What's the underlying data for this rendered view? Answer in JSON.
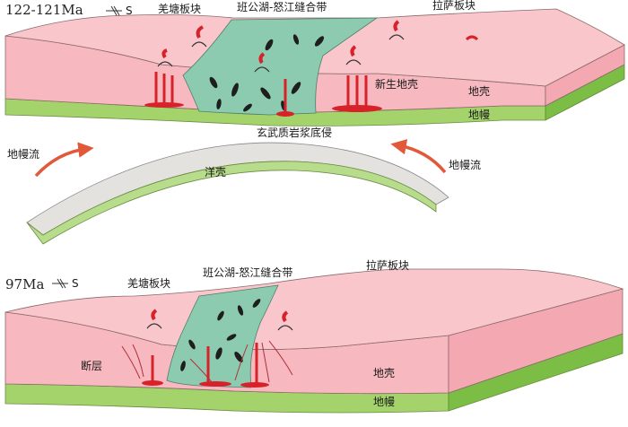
{
  "panel_top": {
    "age": "122-121Ma",
    "direction": "S",
    "qiangtang": "羌塘板块",
    "suture": "班公湖-怒江缝合带",
    "lhasa": "拉萨板块",
    "new_crust": "新生地壳",
    "crust": "地壳",
    "mantle": "地幔",
    "underplating": "玄武质岩浆底侵",
    "mantle_flow_left": "地幔流",
    "mantle_flow_right": "地幔流",
    "ocean_crust": "洋壳"
  },
  "panel_bottom": {
    "age": "97Ma",
    "direction": "S",
    "qiangtang": "羌塘板块",
    "suture": "班公湖-怒江缝合带",
    "lhasa": "拉萨板块",
    "fault": "断层",
    "crust": "地壳",
    "mantle": "地幔"
  },
  "colors": {
    "crust_top": "#f7b8bf",
    "crust_side": "#f4a9b2",
    "suture": "#8ccbb0",
    "mantle_top": "#a3d36a",
    "mantle_side": "#7cbd45",
    "ocean_top": "#e4e2de",
    "ocean_bottom": "#b7dc8c",
    "magma": "#d8222a",
    "arrow": "#e2593a"
  }
}
